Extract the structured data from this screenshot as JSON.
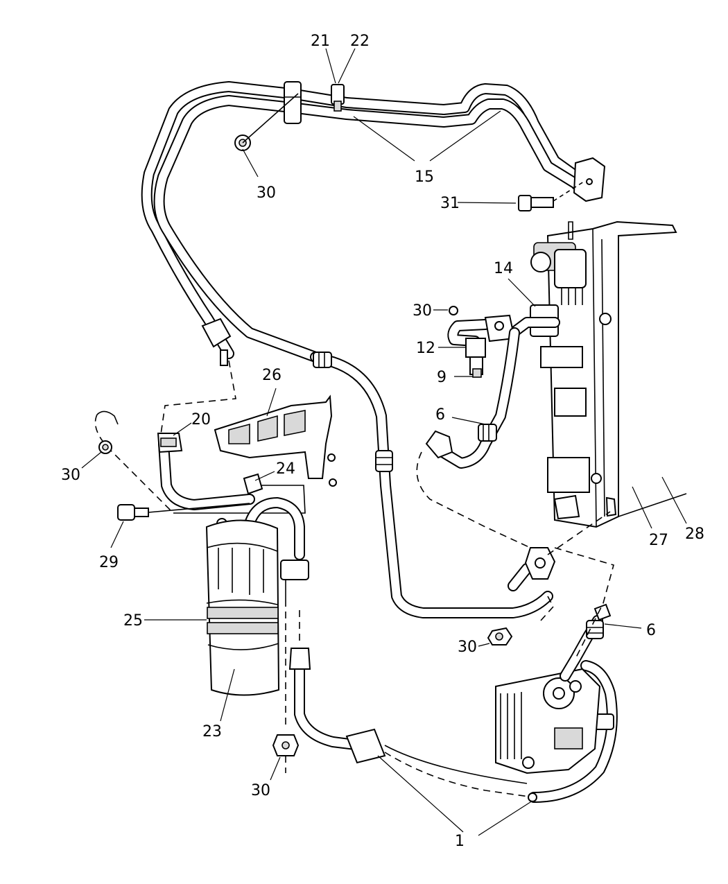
{
  "callouts": {
    "c1": "1",
    "c6a": "6",
    "c6b": "6",
    "c9": "9",
    "c12": "12",
    "c14": "14",
    "c15": "15",
    "c20": "20",
    "c21": "21",
    "c22": "22",
    "c23": "23",
    "c24": "24",
    "c25": "25",
    "c26": "26",
    "c27": "27",
    "c28": "28",
    "c29": "29",
    "c30a": "30",
    "c30b": "30",
    "c30c": "30",
    "c30d": "30",
    "c30e": "30",
    "c31": "31"
  },
  "colors": {
    "line": "#000000",
    "background": "#ffffff",
    "shade": "#d9d9d9"
  }
}
